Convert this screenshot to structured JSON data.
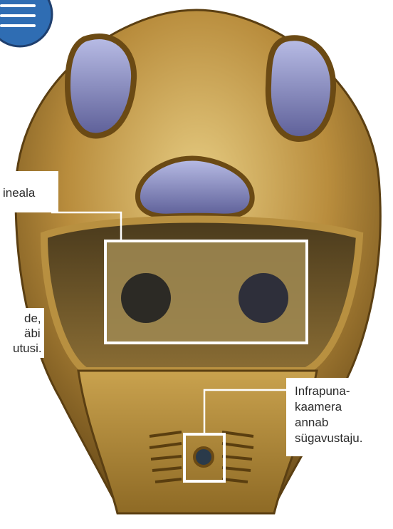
{
  "labels": {
    "top_left": "ineala",
    "mid_left_line1": "de,",
    "mid_left_line2": "äbi",
    "mid_left_line3": "utusi.",
    "right_line1": "Infrapuna-",
    "right_line2": "kaamera",
    "right_line3": "annab",
    "right_line4": "sügavustaju."
  },
  "icons": {
    "corner_badge": "menu-lines-icon"
  },
  "colors": {
    "badge_blue": "#2f6db3",
    "gold_light": "#d8b765",
    "gold_dark": "#7a5a1e",
    "eye_blue": "#8d8fc8",
    "highlight_frame": "#ffffff"
  }
}
